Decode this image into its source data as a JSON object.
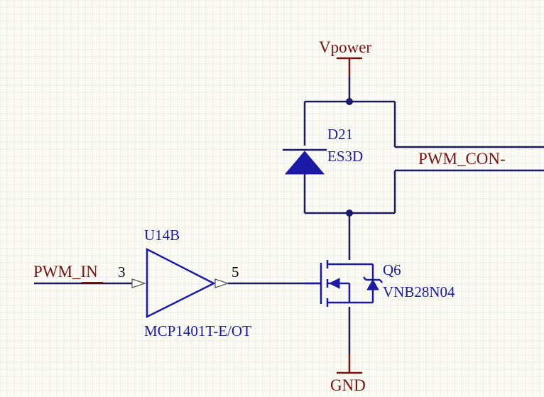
{
  "power": {
    "vpower_label": "Vpower",
    "gnd_label": "GND"
  },
  "nets": {
    "pwm_in": "PWM_IN",
    "pwm_con": "PWM_CON-"
  },
  "diode": {
    "designator": "D21",
    "part": "ES3D"
  },
  "buffer": {
    "designator": "U14B",
    "part": "MCP1401T-E/OT",
    "pin_in": "3",
    "pin_out": "5"
  },
  "mosfet": {
    "designator": "Q6",
    "part": "VNB28N04"
  },
  "colors": {
    "wire": "#000000",
    "symbol": "#1a1aa6",
    "net_label": "#7a1010",
    "background": "#fbfbf6"
  }
}
